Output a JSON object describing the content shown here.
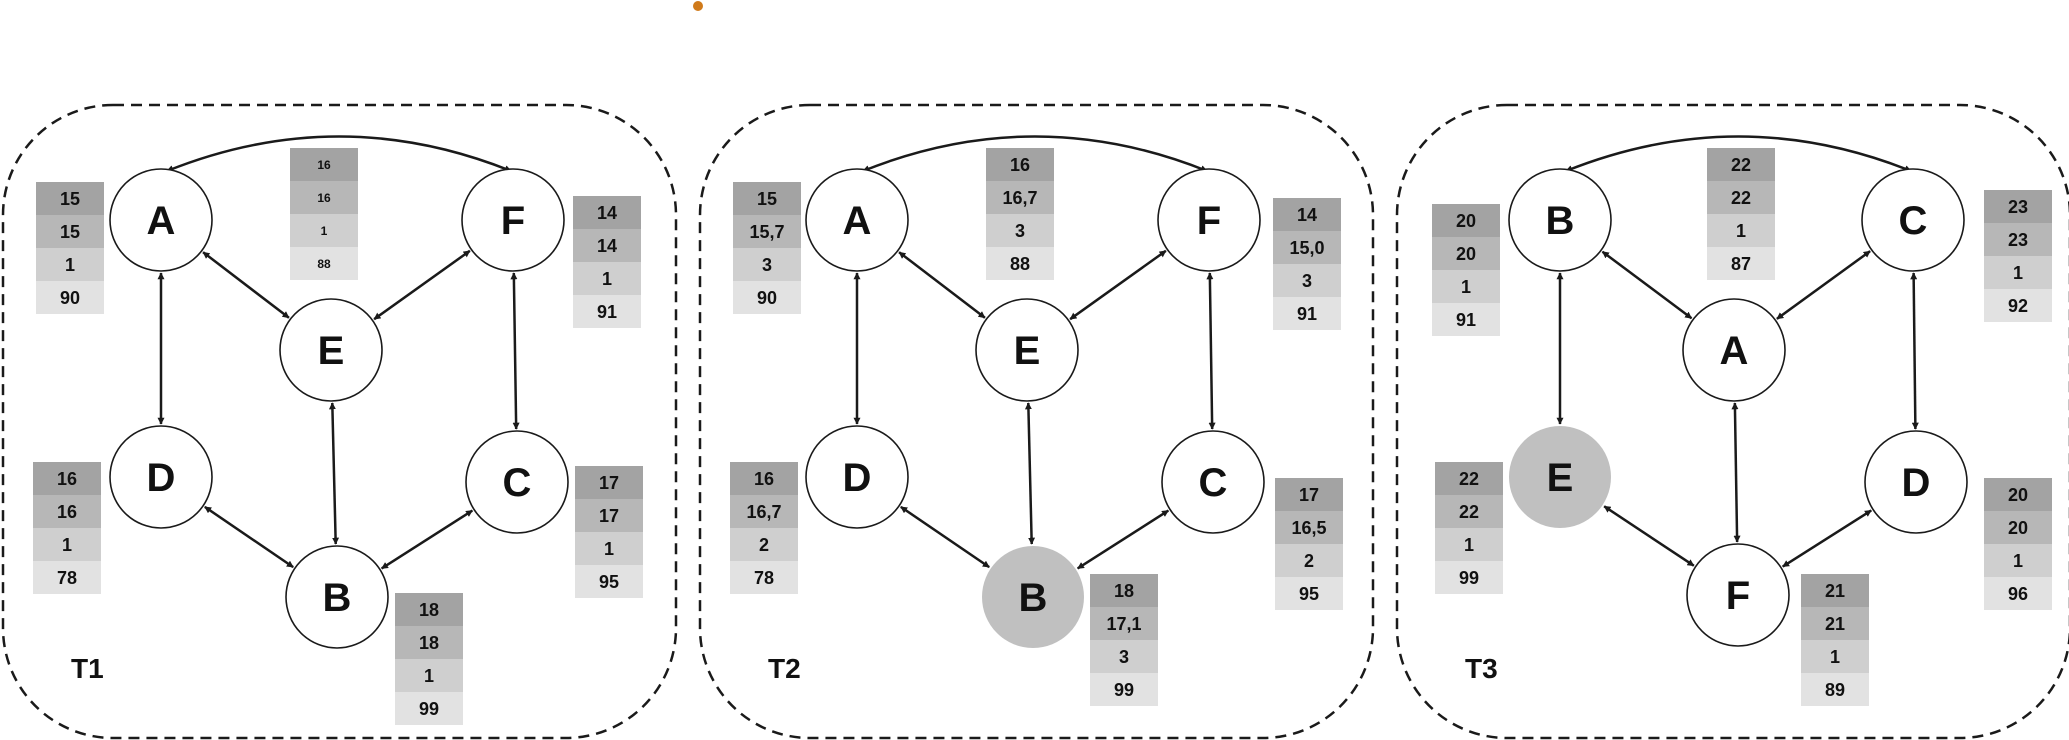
{
  "colors": {
    "row1": "#a3a3a3",
    "row2": "#b7b7b7",
    "row3": "#cfcfcf",
    "row4": "#e2e2e2",
    "highlight_node": "#c0c0c0",
    "stroke": "#1a1a1a",
    "marker": "#d07a1a"
  },
  "panels": [
    {
      "label": "T1",
      "nodes": [
        {
          "id": "A",
          "label": "A",
          "highlight": false,
          "stack": [
            "15",
            "15",
            "1",
            "90"
          ]
        },
        {
          "id": "F",
          "label": "F",
          "highlight": false,
          "stack": [
            "14",
            "14",
            "1",
            "91"
          ]
        },
        {
          "id": "E",
          "label": "E",
          "highlight": false,
          "stack": [
            "16",
            "16",
            "1",
            "88"
          ]
        },
        {
          "id": "D",
          "label": "D",
          "highlight": false,
          "stack": [
            "16",
            "16",
            "1",
            "78"
          ]
        },
        {
          "id": "C",
          "label": "C",
          "highlight": false,
          "stack": [
            "17",
            "17",
            "1",
            "95"
          ]
        },
        {
          "id": "B",
          "label": "B",
          "highlight": false,
          "stack": [
            "18",
            "18",
            "1",
            "99"
          ]
        }
      ]
    },
    {
      "label": "T2",
      "nodes": [
        {
          "id": "A",
          "label": "A",
          "highlight": false,
          "stack": [
            "15",
            "15,7",
            "3",
            "90"
          ]
        },
        {
          "id": "F",
          "label": "F",
          "highlight": false,
          "stack": [
            "14",
            "15,0",
            "3",
            "91"
          ]
        },
        {
          "id": "E",
          "label": "E",
          "highlight": false,
          "stack": [
            "16",
            "16,7",
            "3",
            "88"
          ]
        },
        {
          "id": "D",
          "label": "D",
          "highlight": false,
          "stack": [
            "16",
            "16,7",
            "2",
            "78"
          ]
        },
        {
          "id": "C",
          "label": "C",
          "highlight": false,
          "stack": [
            "17",
            "16,5",
            "2",
            "95"
          ]
        },
        {
          "id": "B",
          "label": "B",
          "highlight": true,
          "stack": [
            "18",
            "17,1",
            "3",
            "99"
          ]
        }
      ]
    },
    {
      "label": "T3",
      "nodes": [
        {
          "id": "A",
          "label": "B",
          "highlight": false,
          "stack": [
            "20",
            "20",
            "1",
            "91"
          ]
        },
        {
          "id": "F",
          "label": "C",
          "highlight": false,
          "stack": [
            "23",
            "23",
            "1",
            "92"
          ]
        },
        {
          "id": "E",
          "label": "A",
          "highlight": false,
          "stack": [
            "22",
            "22",
            "1",
            "87"
          ]
        },
        {
          "id": "D",
          "label": "E",
          "highlight": true,
          "stack": [
            "22",
            "22",
            "1",
            "99"
          ]
        },
        {
          "id": "C",
          "label": "D",
          "highlight": false,
          "stack": [
            "20",
            "20",
            "1",
            "96"
          ]
        },
        {
          "id": "B",
          "label": "F",
          "highlight": false,
          "stack": [
            "21",
            "21",
            "1",
            "89"
          ]
        }
      ]
    }
  ]
}
